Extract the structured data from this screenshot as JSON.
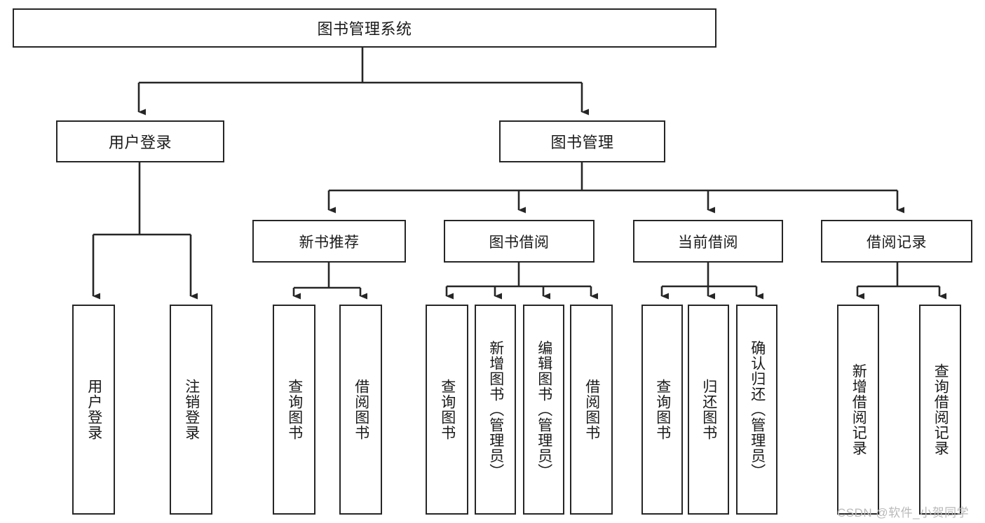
{
  "diagram": {
    "type": "hierarchy-tree",
    "root": {
      "label": "图书管理系统"
    },
    "level1": [
      {
        "label": "用户登录"
      },
      {
        "label": "图书管理"
      }
    ],
    "level2": [
      {
        "label": "新书推荐"
      },
      {
        "label": "图书借阅"
      },
      {
        "label": "当前借阅"
      },
      {
        "label": "借阅记录"
      }
    ],
    "leaves": {
      "user_login": [
        {
          "label": "用户登录"
        },
        {
          "label": "注销登录"
        }
      ],
      "new_book_recommend": [
        {
          "label": "查询图书"
        },
        {
          "label": "借阅图书"
        }
      ],
      "book_borrow": [
        {
          "label": "查询图书"
        },
        {
          "label": "新增图书（管理员）"
        },
        {
          "label": "编辑图书（管理员）"
        },
        {
          "label": "借阅图书"
        }
      ],
      "current_borrow": [
        {
          "label": "查询图书"
        },
        {
          "label": "归还图书"
        },
        {
          "label": "确认归还（管理员）"
        }
      ],
      "borrow_record": [
        {
          "label": "新增借阅记录"
        },
        {
          "label": "查询借阅记录"
        }
      ]
    }
  },
  "watermark": {
    "text": "CSDN @软件_小贺同学"
  },
  "colors": {
    "stroke": "#262626",
    "background": "#ffffff",
    "text": "#1a1a1a",
    "watermark": "#b9b9b9"
  }
}
